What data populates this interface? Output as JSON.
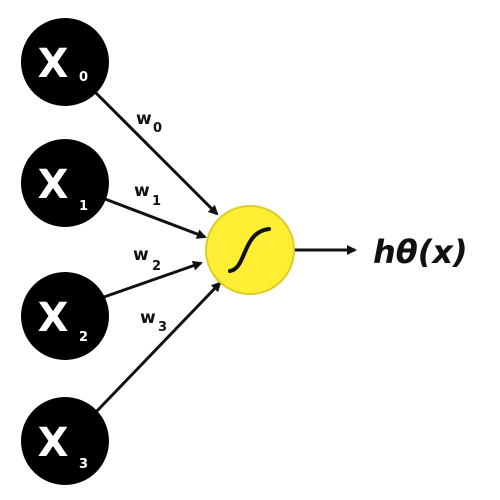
{
  "colors": {
    "input_node": "#000000",
    "activation_node": "#ffee33",
    "activation_stroke": "#d8cf2a",
    "edge": "#111111"
  },
  "inputs": [
    {
      "main": "X",
      "sub": "0"
    },
    {
      "main": "X",
      "sub": "1"
    },
    {
      "main": "X",
      "sub": "2"
    },
    {
      "main": "X",
      "sub": "3"
    }
  ],
  "weights": [
    {
      "main": "w",
      "sub": "0"
    },
    {
      "main": "w",
      "sub": "1"
    },
    {
      "main": "w",
      "sub": "2"
    },
    {
      "main": "w",
      "sub": "3"
    }
  ],
  "activation": {
    "icon": "sigmoid-curve-icon"
  },
  "output": {
    "label": "hθ(x)"
  }
}
